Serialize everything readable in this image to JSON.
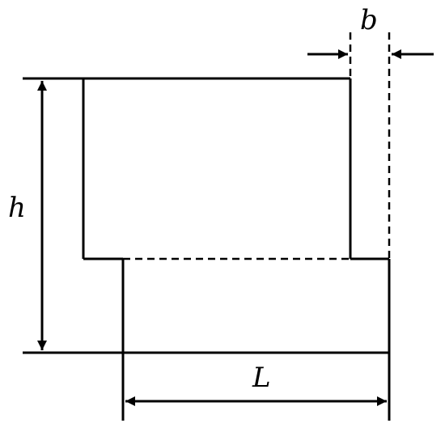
{
  "diagram": {
    "labels": {
      "h": "h",
      "b": "b",
      "L": "L"
    },
    "colors": {
      "stroke": "#000000",
      "background": "#ffffff"
    }
  }
}
